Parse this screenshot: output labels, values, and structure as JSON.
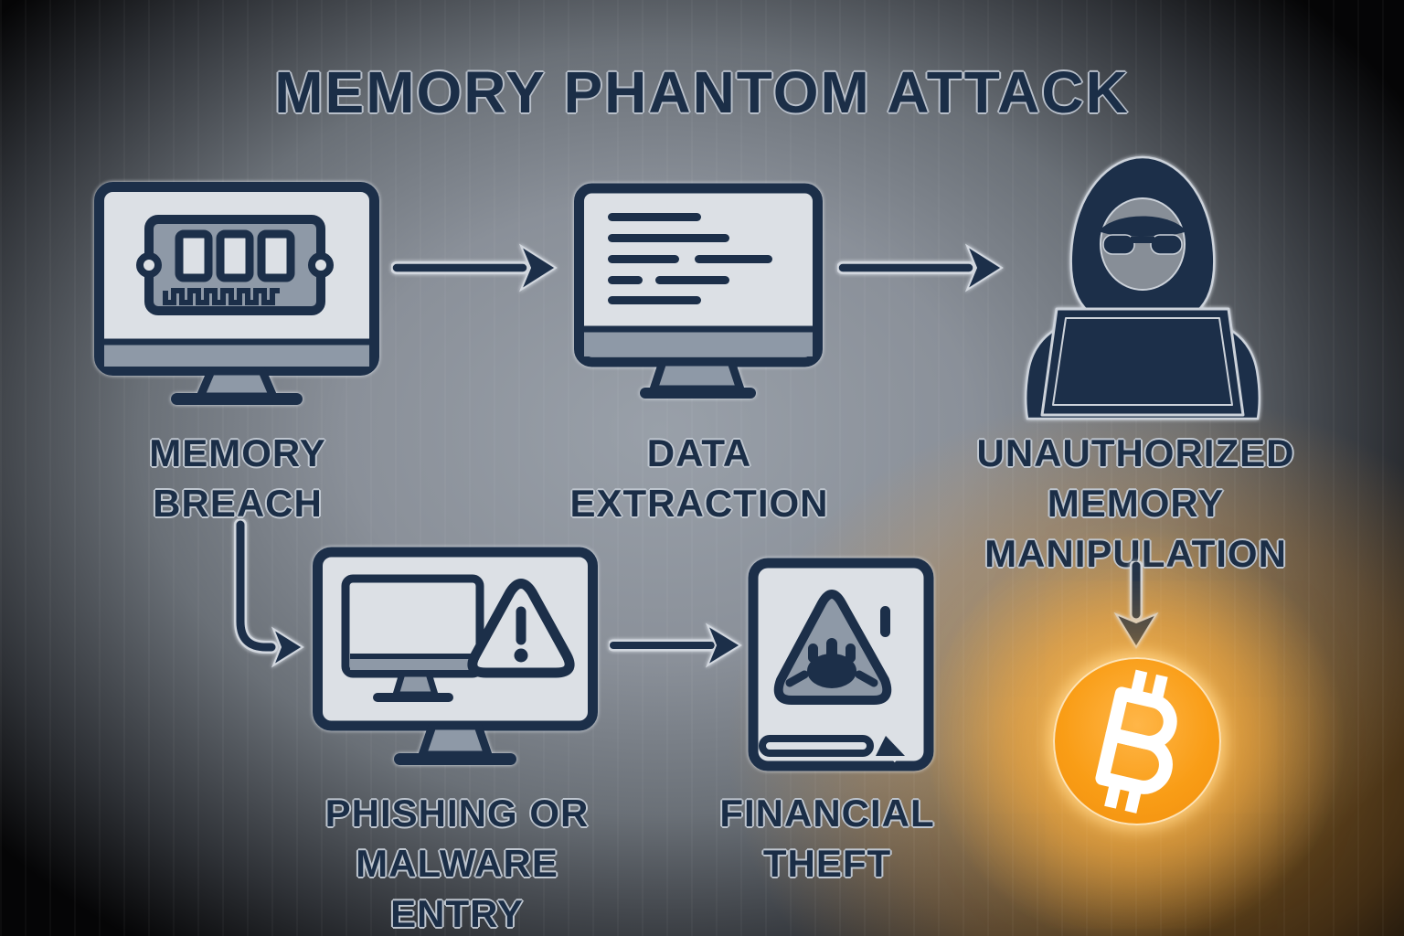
{
  "title": "MEMORY PHANTOM ATTACK",
  "flow": {
    "row1": [
      {
        "id": "memory-breach",
        "lines": [
          "MEMORY",
          "BREACH"
        ],
        "icon": "monitor-ram-icon"
      },
      {
        "id": "data-extraction",
        "lines": [
          "DATA",
          "EXTRACTION"
        ],
        "icon": "monitor-data-icon"
      },
      {
        "id": "unauthorized-memory-manipulation",
        "lines": [
          "UNAUTHORIZED",
          "MEMORY",
          "MANIPULATION"
        ],
        "icon": "hacker-laptop-icon"
      }
    ],
    "row2": [
      {
        "id": "phishing-malware-entry",
        "lines": [
          "PHISHING OR",
          "MALWARE ENTRY"
        ],
        "icon": "monitor-warning-icon"
      },
      {
        "id": "financial-theft",
        "lines": [
          "FINANCIAL",
          "THEFT"
        ],
        "icon": "malware-document-icon"
      }
    ],
    "bitcoin_node": {
      "id": "bitcoin",
      "symbol": "₿",
      "icon": "bitcoin-icon"
    },
    "arrows": [
      {
        "from": "memory-breach",
        "to": "data-extraction"
      },
      {
        "from": "data-extraction",
        "to": "unauthorized-memory-manipulation"
      },
      {
        "from": "memory-breach",
        "to": "phishing-malware-entry"
      },
      {
        "from": "phishing-malware-entry",
        "to": "financial-theft"
      },
      {
        "from": "unauthorized-memory-manipulation",
        "to": "bitcoin"
      }
    ]
  },
  "colors": {
    "background_center": "#99a0a9",
    "background_edge": "#000000",
    "icon_outline_navy": "#1c2f49",
    "icon_fill_light": "#dce0e5",
    "icon_fill_gray": "#8e99a7",
    "icon_halo_light": "#d2d7de",
    "text_navy": "#1b2e47",
    "bitcoin_orange": "#f99d16",
    "bitcoin_glow": "#ffb648",
    "bitcoin_symbol": "#ffffff"
  }
}
